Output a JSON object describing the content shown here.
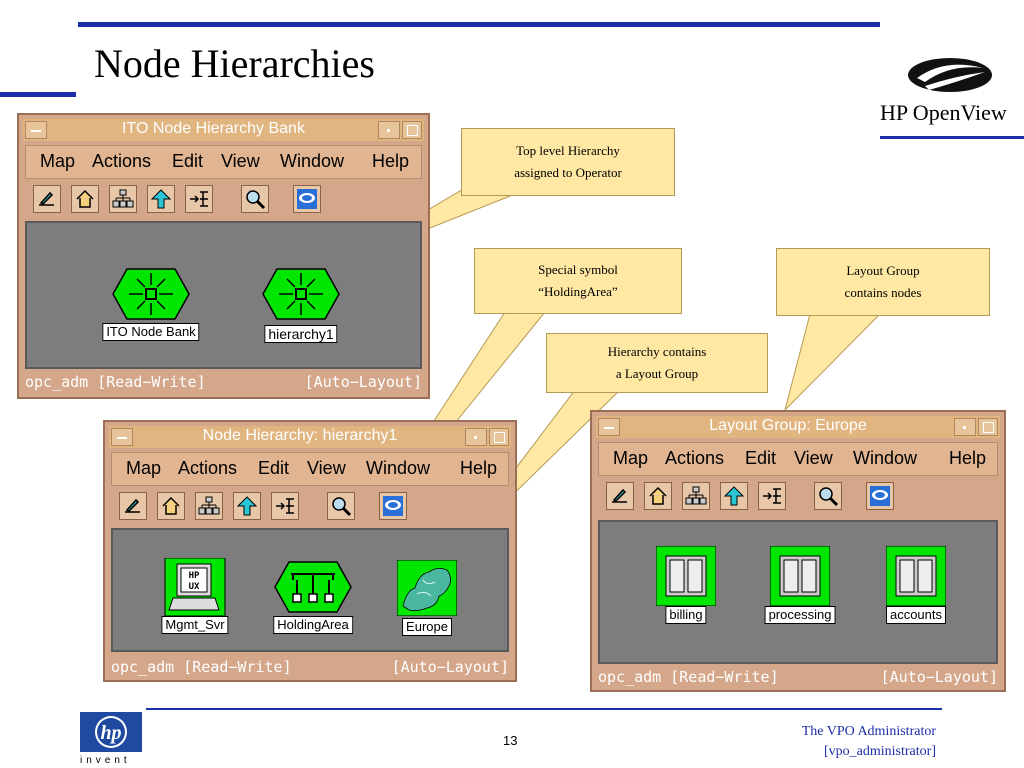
{
  "slide": {
    "title": "Node Hierarchies",
    "page_number": "13",
    "footer_line1": "The VPO Administrator",
    "footer_line2": "[vpo_administrator]",
    "brand": "HP OpenView",
    "hp_invent": "invent",
    "rule_color": "#1a2fa8"
  },
  "menus": [
    "Map",
    "Actions",
    "Edit",
    "View",
    "Window",
    "Help"
  ],
  "toolbar_icons": [
    "pencil-icon",
    "home-icon",
    "hierarchy-icon",
    "up-arrow-icon",
    "network-icon",
    "magnifier-icon",
    "openview-icon"
  ],
  "windows": {
    "bank": {
      "title": "ITO Node Hierarchy Bank",
      "status_left": "opc_adm [Read−Write]",
      "status_right": "[Auto−Layout]",
      "nodes": [
        "ITO Node Bank",
        "hierarchy1"
      ]
    },
    "hierarchy": {
      "title": "Node Hierarchy: hierarchy1",
      "status_left": "opc_adm [Read−Write]",
      "status_right": "[Auto−Layout]",
      "nodes": [
        "Mgmt_Svr",
        "HoldingArea",
        "Europe"
      ]
    },
    "europe": {
      "title": "Layout Group: Europe",
      "status_left": "opc_adm [Read−Write]",
      "status_right": "[Auto−Layout]",
      "nodes": [
        "billing",
        "processing",
        "accounts"
      ]
    }
  },
  "callouts": {
    "top_level": {
      "line1": "Top level Hierarchy",
      "line2": "assigned to Operator"
    },
    "special": {
      "line1": "Special symbol",
      "line2": "“HoldingArea”"
    },
    "layout_group": {
      "line1": "Layout Group",
      "line2": "contains nodes"
    },
    "contains": {
      "line1": "Hierarchy contains",
      "line2": "a Layout Group"
    }
  },
  "colors": {
    "node_green": "#00e600",
    "canvas_gray": "#7d7d7d",
    "window_tan": "#d4a68a",
    "callout_yellow": "#ffe8a3"
  }
}
